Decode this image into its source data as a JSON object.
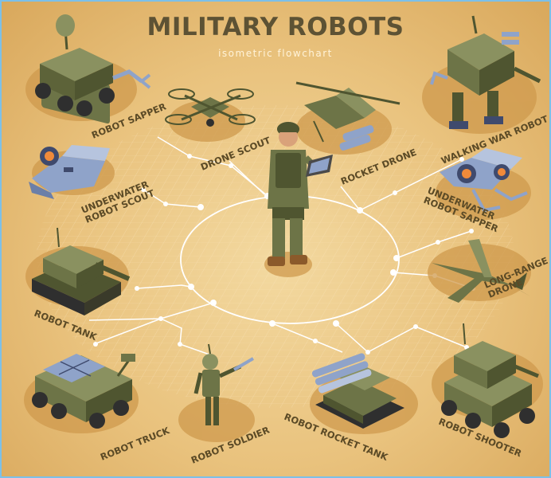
{
  "title": "MILITARY ROBOTS",
  "subtitle": "isometric flowchart",
  "colors": {
    "background": "#e9c27d",
    "olive": "#6d7447",
    "olive_dark": "#4f5530",
    "text": "#5b4a26",
    "line": "#ffffff",
    "blue": "#8fa3c9"
  },
  "center": {
    "icon": "soldier-with-tablet-icon"
  },
  "nodes": [
    {
      "id": "robot-sapper",
      "label_lines": [
        "ROBOT SAPPER"
      ],
      "icon": "robot-sapper-icon"
    },
    {
      "id": "drone-scout",
      "label_lines": [
        "DRONE SCOUT"
      ],
      "icon": "drone-scout-icon"
    },
    {
      "id": "rocket-drone",
      "label_lines": [
        "ROCKET DRONE"
      ],
      "icon": "rocket-drone-icon"
    },
    {
      "id": "walking-war-robot",
      "label_lines": [
        "WALKING WAR ROBOT"
      ],
      "icon": "walking-war-robot-icon"
    },
    {
      "id": "underwater-robot-scout",
      "label_lines": [
        "UNDERWATER",
        "ROBOT SCOUT"
      ],
      "icon": "underwater-robot-scout-icon"
    },
    {
      "id": "underwater-robot-sapper",
      "label_lines": [
        "UNDERWATER",
        "ROBOT SAPPER"
      ],
      "icon": "underwater-robot-sapper-icon"
    },
    {
      "id": "robot-tank",
      "label_lines": [
        "ROBOT TANK"
      ],
      "icon": "robot-tank-icon"
    },
    {
      "id": "long-range-drone",
      "label_lines": [
        "LONG-RANGE",
        "DRONE"
      ],
      "icon": "long-range-drone-icon"
    },
    {
      "id": "robot-truck",
      "label_lines": [
        "ROBOT TRUCK"
      ],
      "icon": "robot-truck-icon"
    },
    {
      "id": "robot-soldier",
      "label_lines": [
        "ROBOT SOLDIER"
      ],
      "icon": "robot-soldier-icon"
    },
    {
      "id": "robot-rocket-tank",
      "label_lines": [
        "ROBOT ROCKET TANK"
      ],
      "icon": "robot-rocket-tank-icon"
    },
    {
      "id": "robot-shooter",
      "label_lines": [
        "ROBOT SHOOTER"
      ],
      "icon": "robot-shooter-icon"
    }
  ]
}
